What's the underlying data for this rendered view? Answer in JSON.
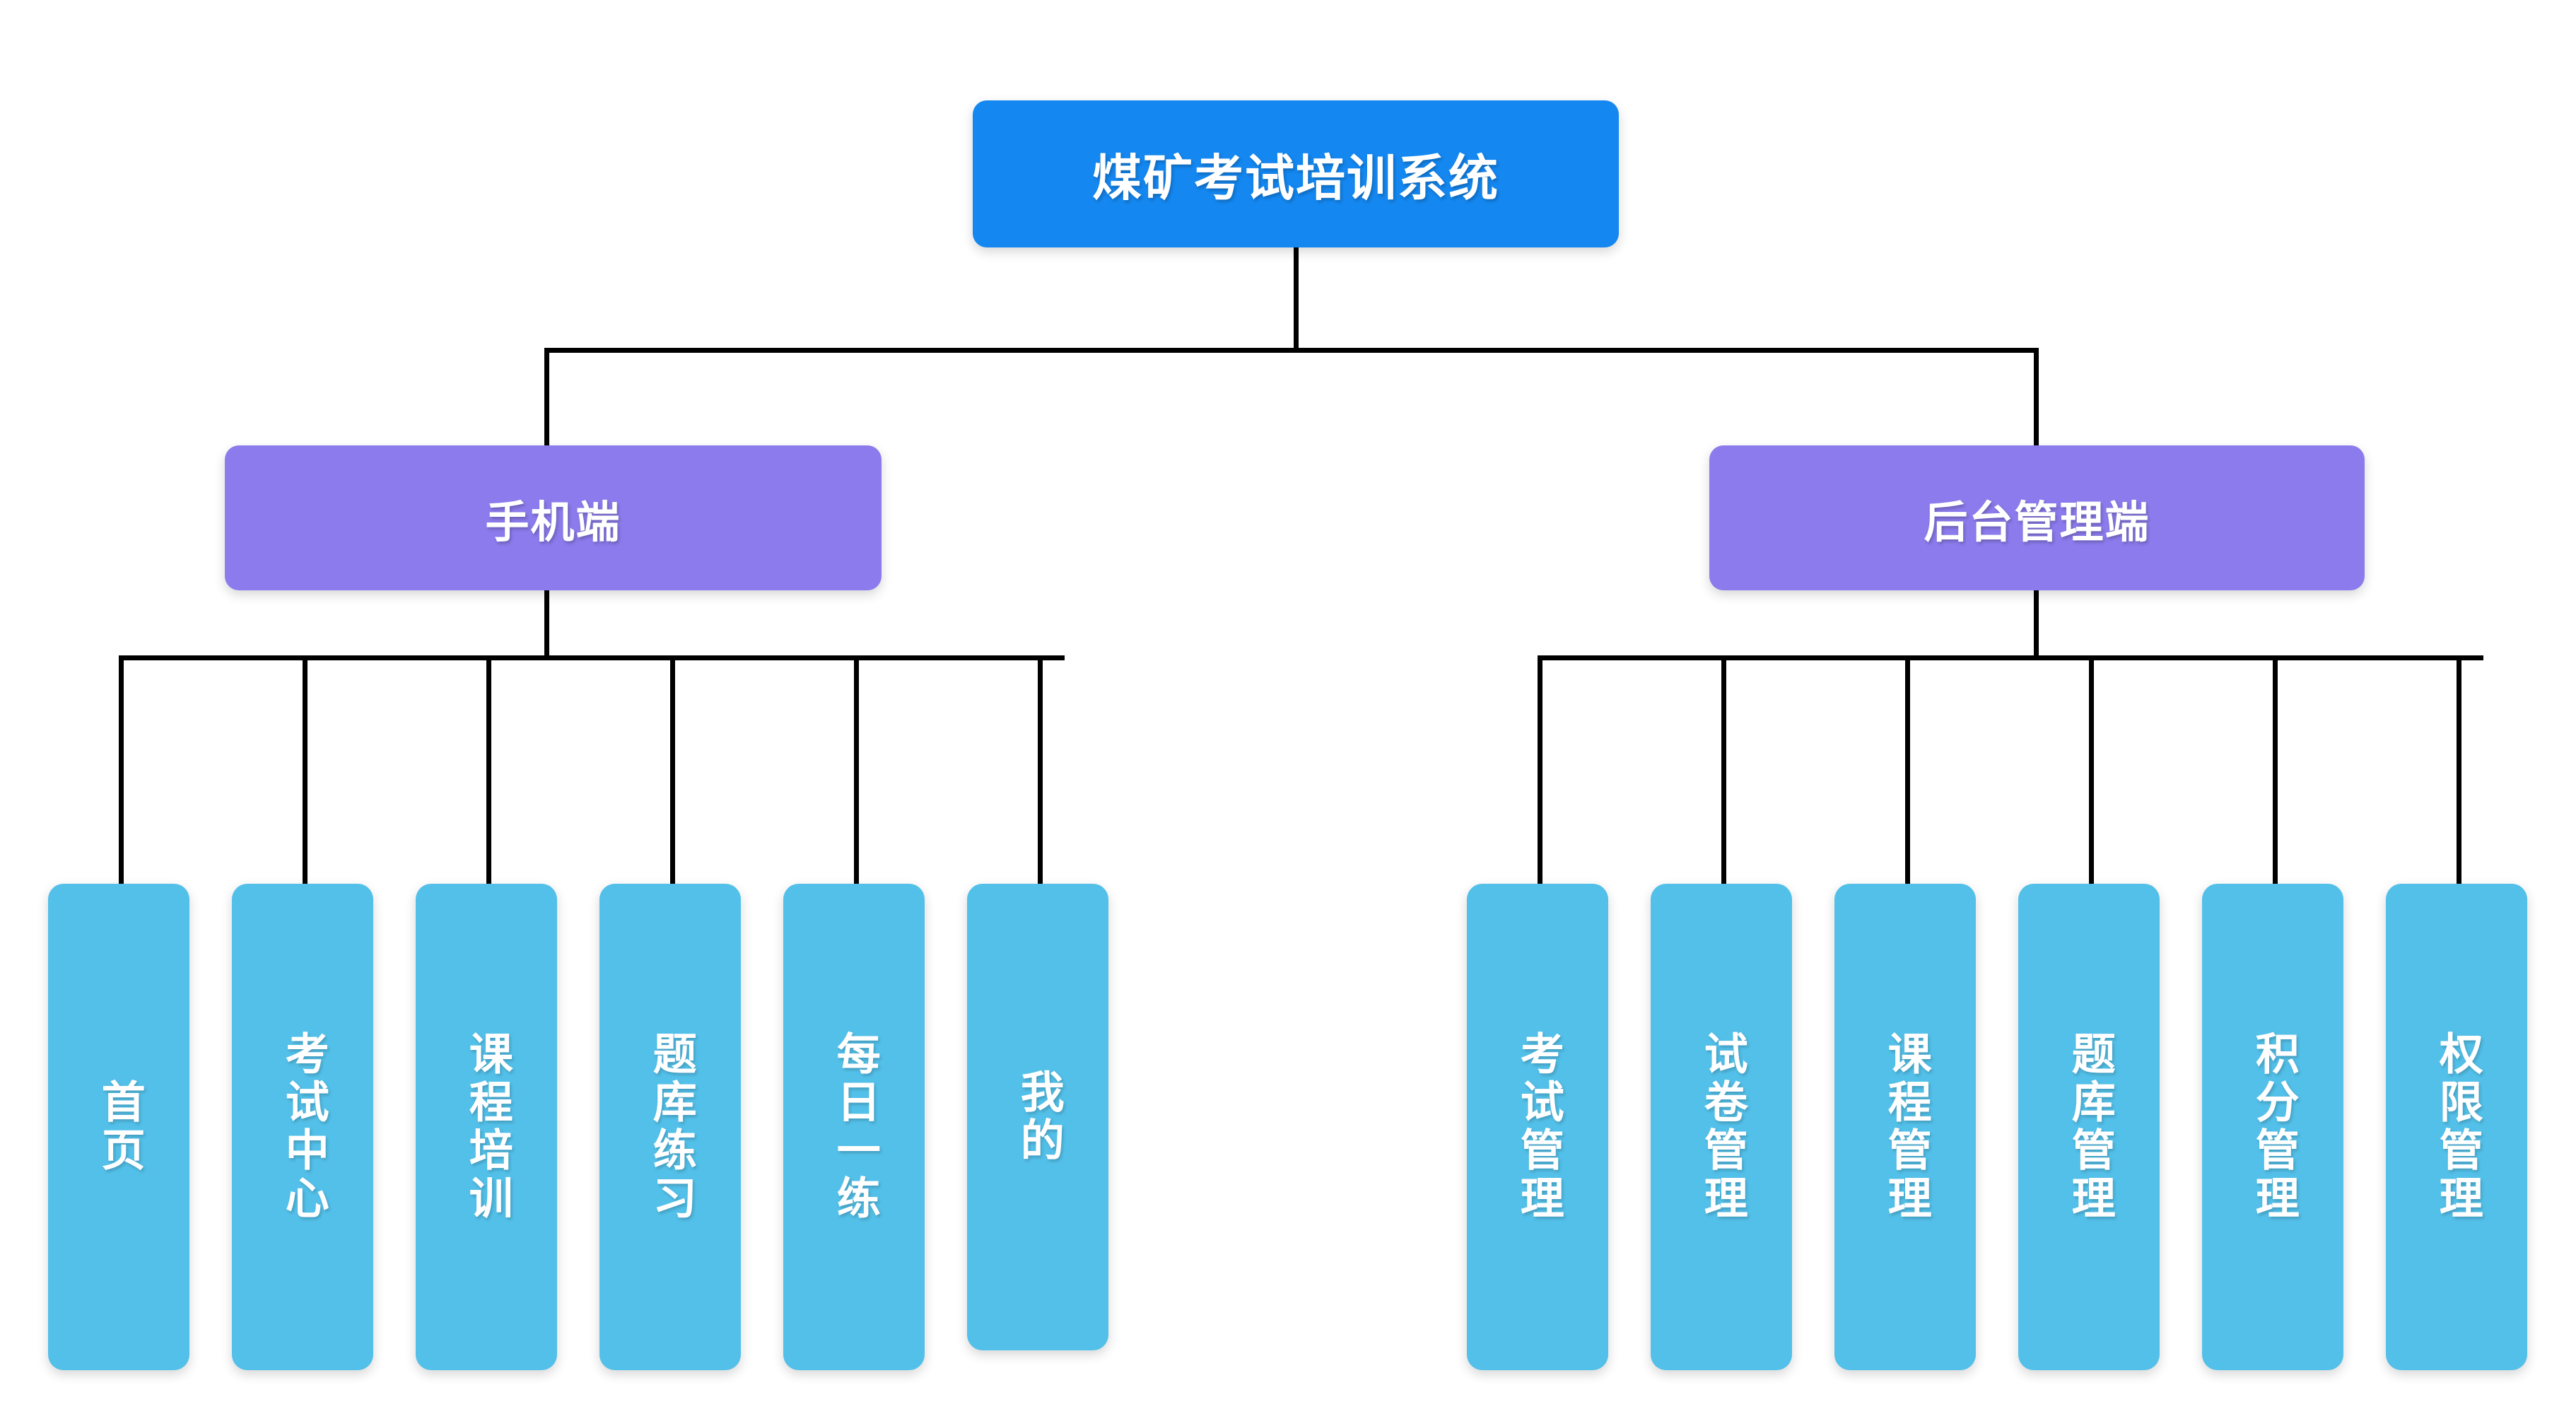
{
  "diagram": {
    "type": "organization-tree",
    "background_color": "#ffffff",
    "root": {
      "label": "煤矿考试培训系统",
      "color": "#1487f0"
    },
    "branches": [
      {
        "id": "mobile",
        "label": "手机端",
        "color": "#8b7bec",
        "children": [
          {
            "label": "首页",
            "color": "#53c0e9"
          },
          {
            "label": "考试中心",
            "color": "#53c0e9"
          },
          {
            "label": "课程培训",
            "color": "#53c0e9"
          },
          {
            "label": "题库练习",
            "color": "#53c0e9"
          },
          {
            "label": "每日一练",
            "color": "#53c0e9"
          },
          {
            "label": "我的",
            "color": "#53c0e9"
          }
        ]
      },
      {
        "id": "admin",
        "label": "后台管理端",
        "color": "#8b7bec",
        "children": [
          {
            "label": "考试管理",
            "color": "#53c0e9"
          },
          {
            "label": "试卷管理",
            "color": "#53c0e9"
          },
          {
            "label": "课程管理",
            "color": "#53c0e9"
          },
          {
            "label": "题库管理",
            "color": "#53c0e9"
          },
          {
            "label": "积分管理",
            "color": "#53c0e9"
          },
          {
            "label": "权限管理",
            "color": "#53c0e9"
          }
        ]
      }
    ],
    "connector_color": "#000000"
  }
}
